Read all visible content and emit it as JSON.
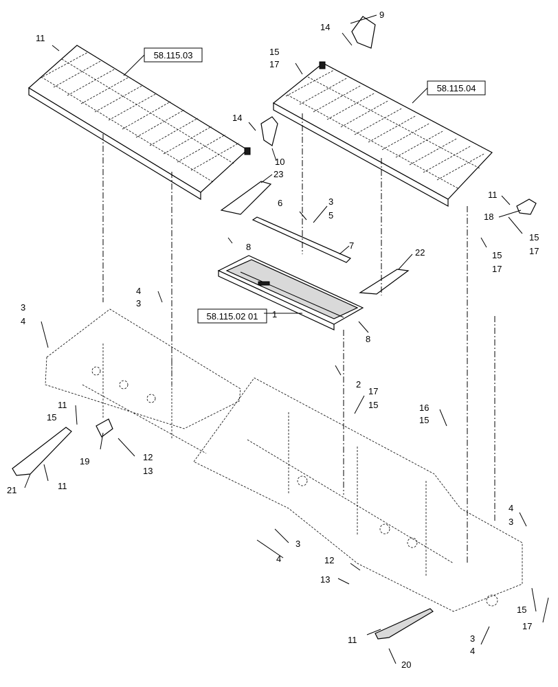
{
  "references": {
    "ref_left_canvas": "58.115.03",
    "ref_right_canvas": "58.115.04",
    "ref_center_deck": "58.115.02 01"
  },
  "callouts": {
    "c9": "9",
    "c14a": "14",
    "c11a": "11",
    "c15a": "15",
    "c17a": "17",
    "c14b": "14",
    "c10": "10",
    "c23": "23",
    "c6": "6",
    "c3a": "3",
    "c5": "5",
    "c8a": "8",
    "c7": "7",
    "c22": "22",
    "c1": "1",
    "c8b": "8",
    "c11b": "11",
    "c18": "18",
    "c15b": "15",
    "c17b": "17",
    "c15c": "15",
    "c17c": "17",
    "c4a": "4",
    "c3b": "3",
    "c3c": "3",
    "c4b": "4",
    "c2": "2",
    "c17d": "17",
    "c15d": "15",
    "c16": "16",
    "c15e": "15",
    "c11c": "11",
    "c15f": "15",
    "c19": "19",
    "c12a": "12",
    "c13a": "13",
    "c21": "21",
    "c11d": "11",
    "c4c": "4",
    "c3d": "3",
    "c3e": "3",
    "c4d": "4",
    "c12b": "12",
    "c13b": "13",
    "c15g": "15",
    "c17e": "17",
    "c11e": "11",
    "c3f": "3",
    "c4e": "4",
    "c20": "20"
  }
}
